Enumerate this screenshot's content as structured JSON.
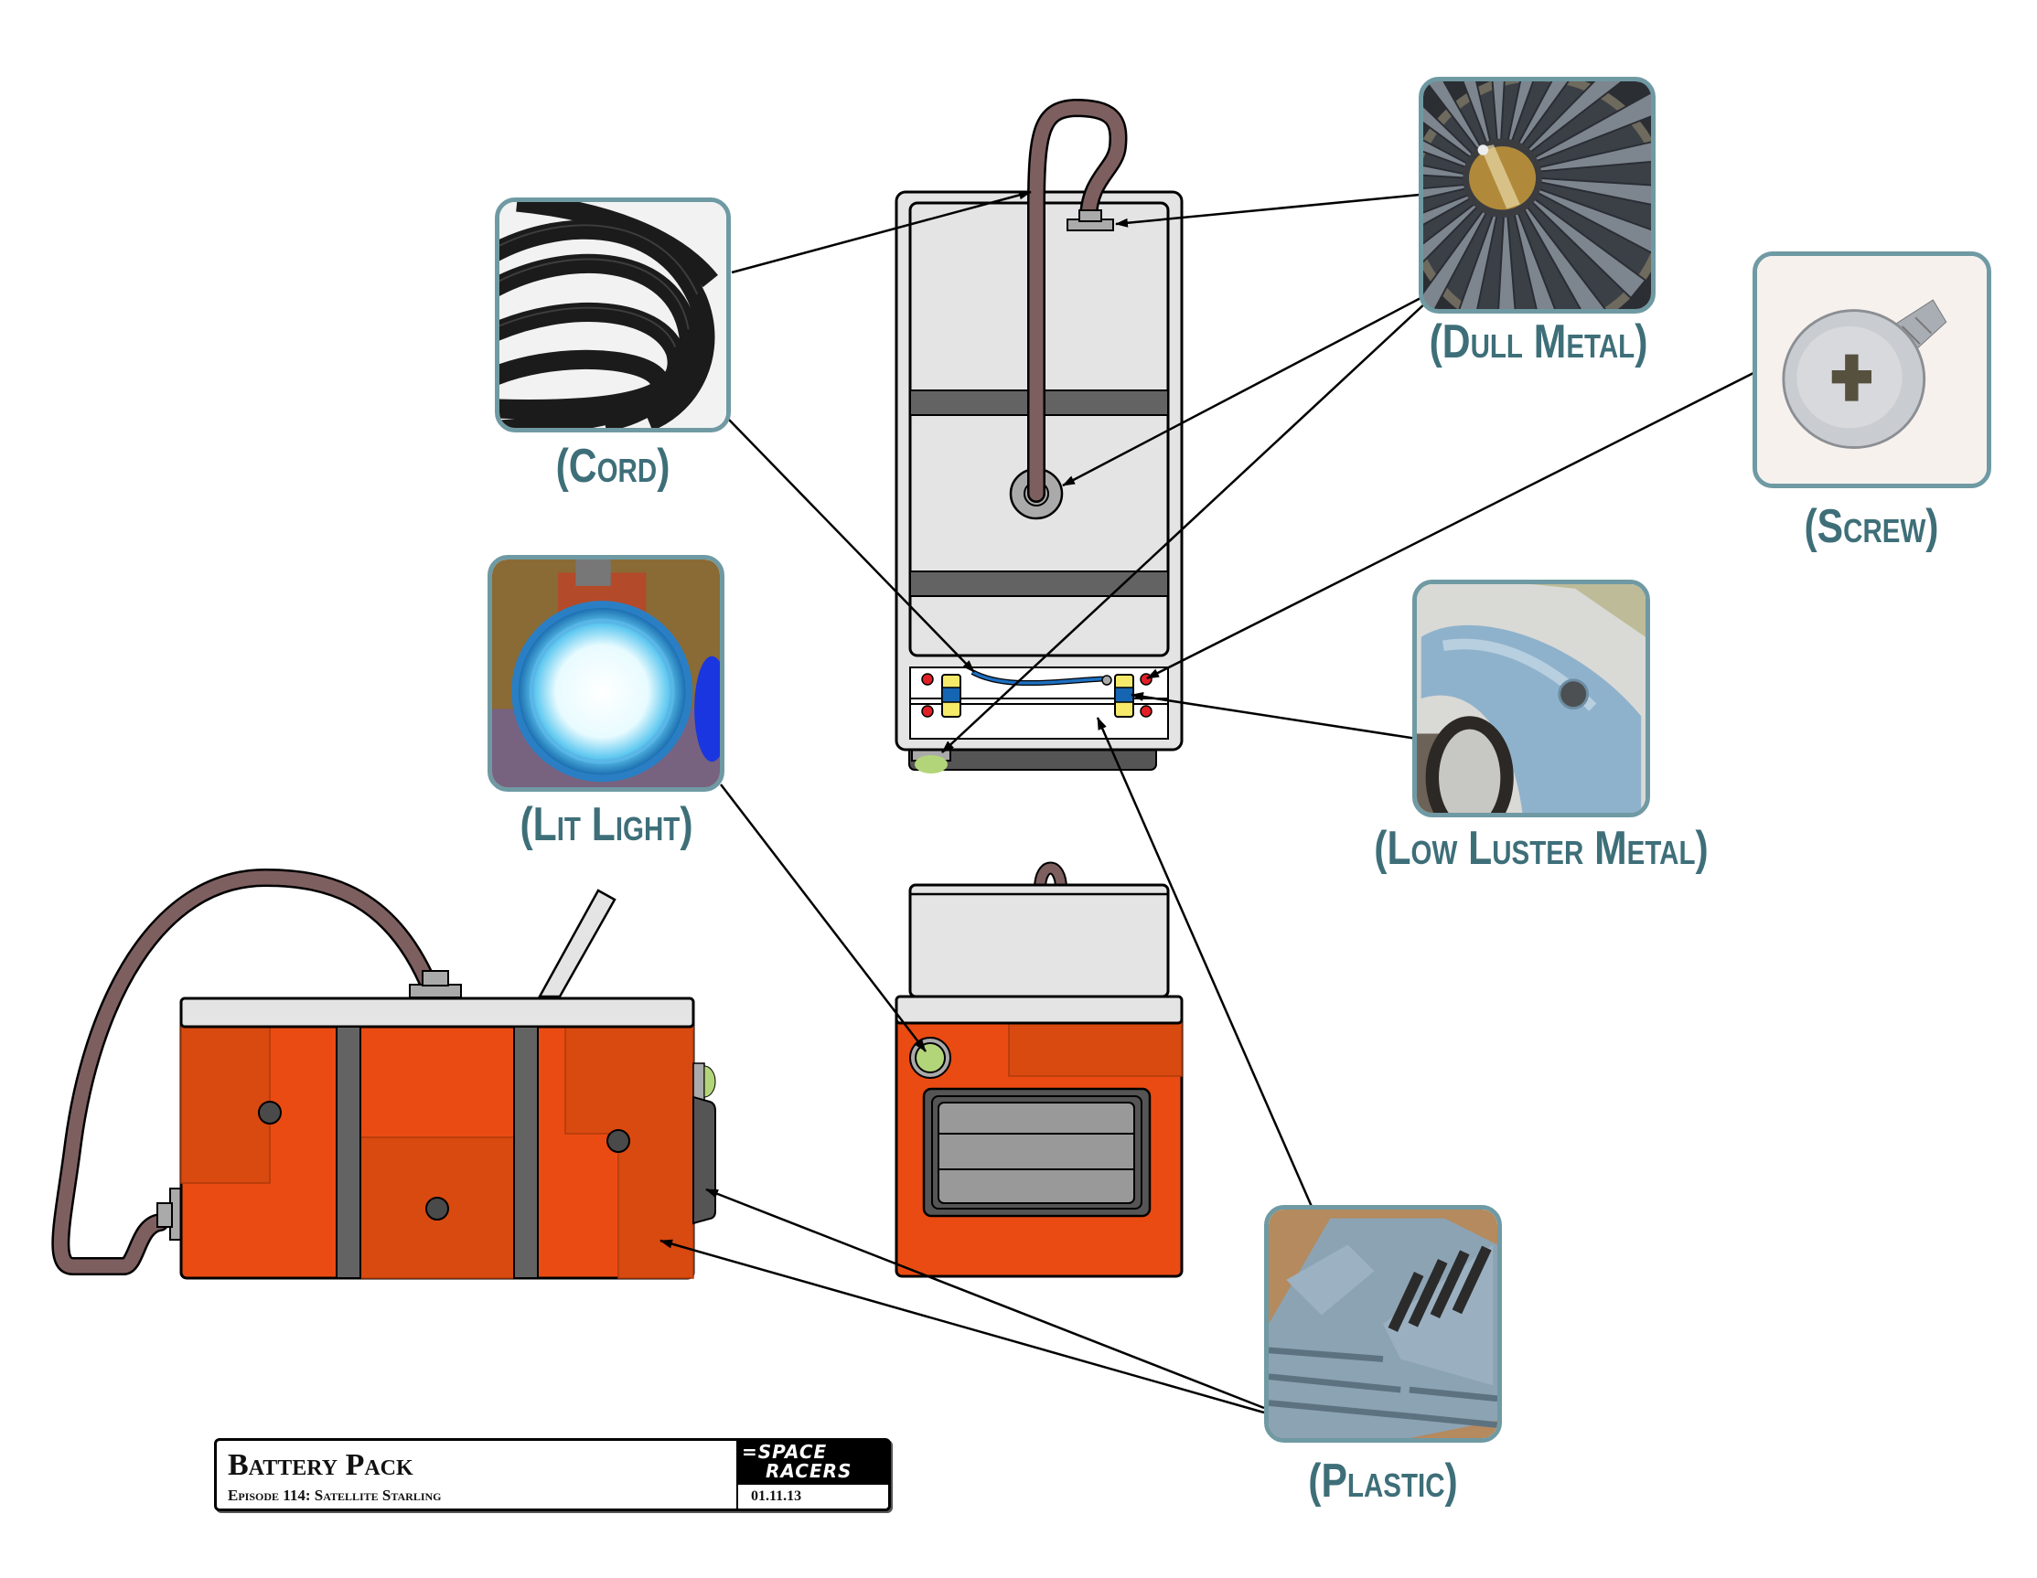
{
  "diagram": {
    "subject": "Battery Pack material callout sheet",
    "views": [
      "top-view",
      "side-view",
      "front-view"
    ],
    "colors": {
      "housing_orange": "#ea4b12",
      "housing_orange_dark": "#d84a10",
      "panel_light_gray": "#e4e4e4",
      "strap_dark_gray": "#636363",
      "cord_brown": "#7e5f5f",
      "light_green": "#b3d57a",
      "label_teal": "#3e6f79",
      "swatch_border": "#6f9aa3",
      "latch_yellow": "#f5ea6a",
      "latch_blue": "#1665b2",
      "screw_red": "#e11f26"
    }
  },
  "materials": [
    {
      "id": "cord",
      "label": "(Cord)",
      "photo": "coiled black cord"
    },
    {
      "id": "dull-metal",
      "label": "(Dull Metal)",
      "photo": "jet engine turbine fan"
    },
    {
      "id": "screw",
      "label": "(Screw)",
      "photo": "phillips head screw"
    },
    {
      "id": "lit-light",
      "label": "(Lit Light)",
      "photo": "glowing blue arcade button"
    },
    {
      "id": "low-luster-metal",
      "label": "(Low Luster Metal)",
      "photo": "blue car fender"
    },
    {
      "id": "plastic",
      "label": "(Plastic)",
      "photo": "blue-gray plastic grille"
    }
  ],
  "title_block": {
    "title": "Battery Pack",
    "subtitle": "Episode 114: Satellite Starling",
    "logo_line1": "=SPACE",
    "logo_line2": "RACERS",
    "date": "01.11.13"
  }
}
